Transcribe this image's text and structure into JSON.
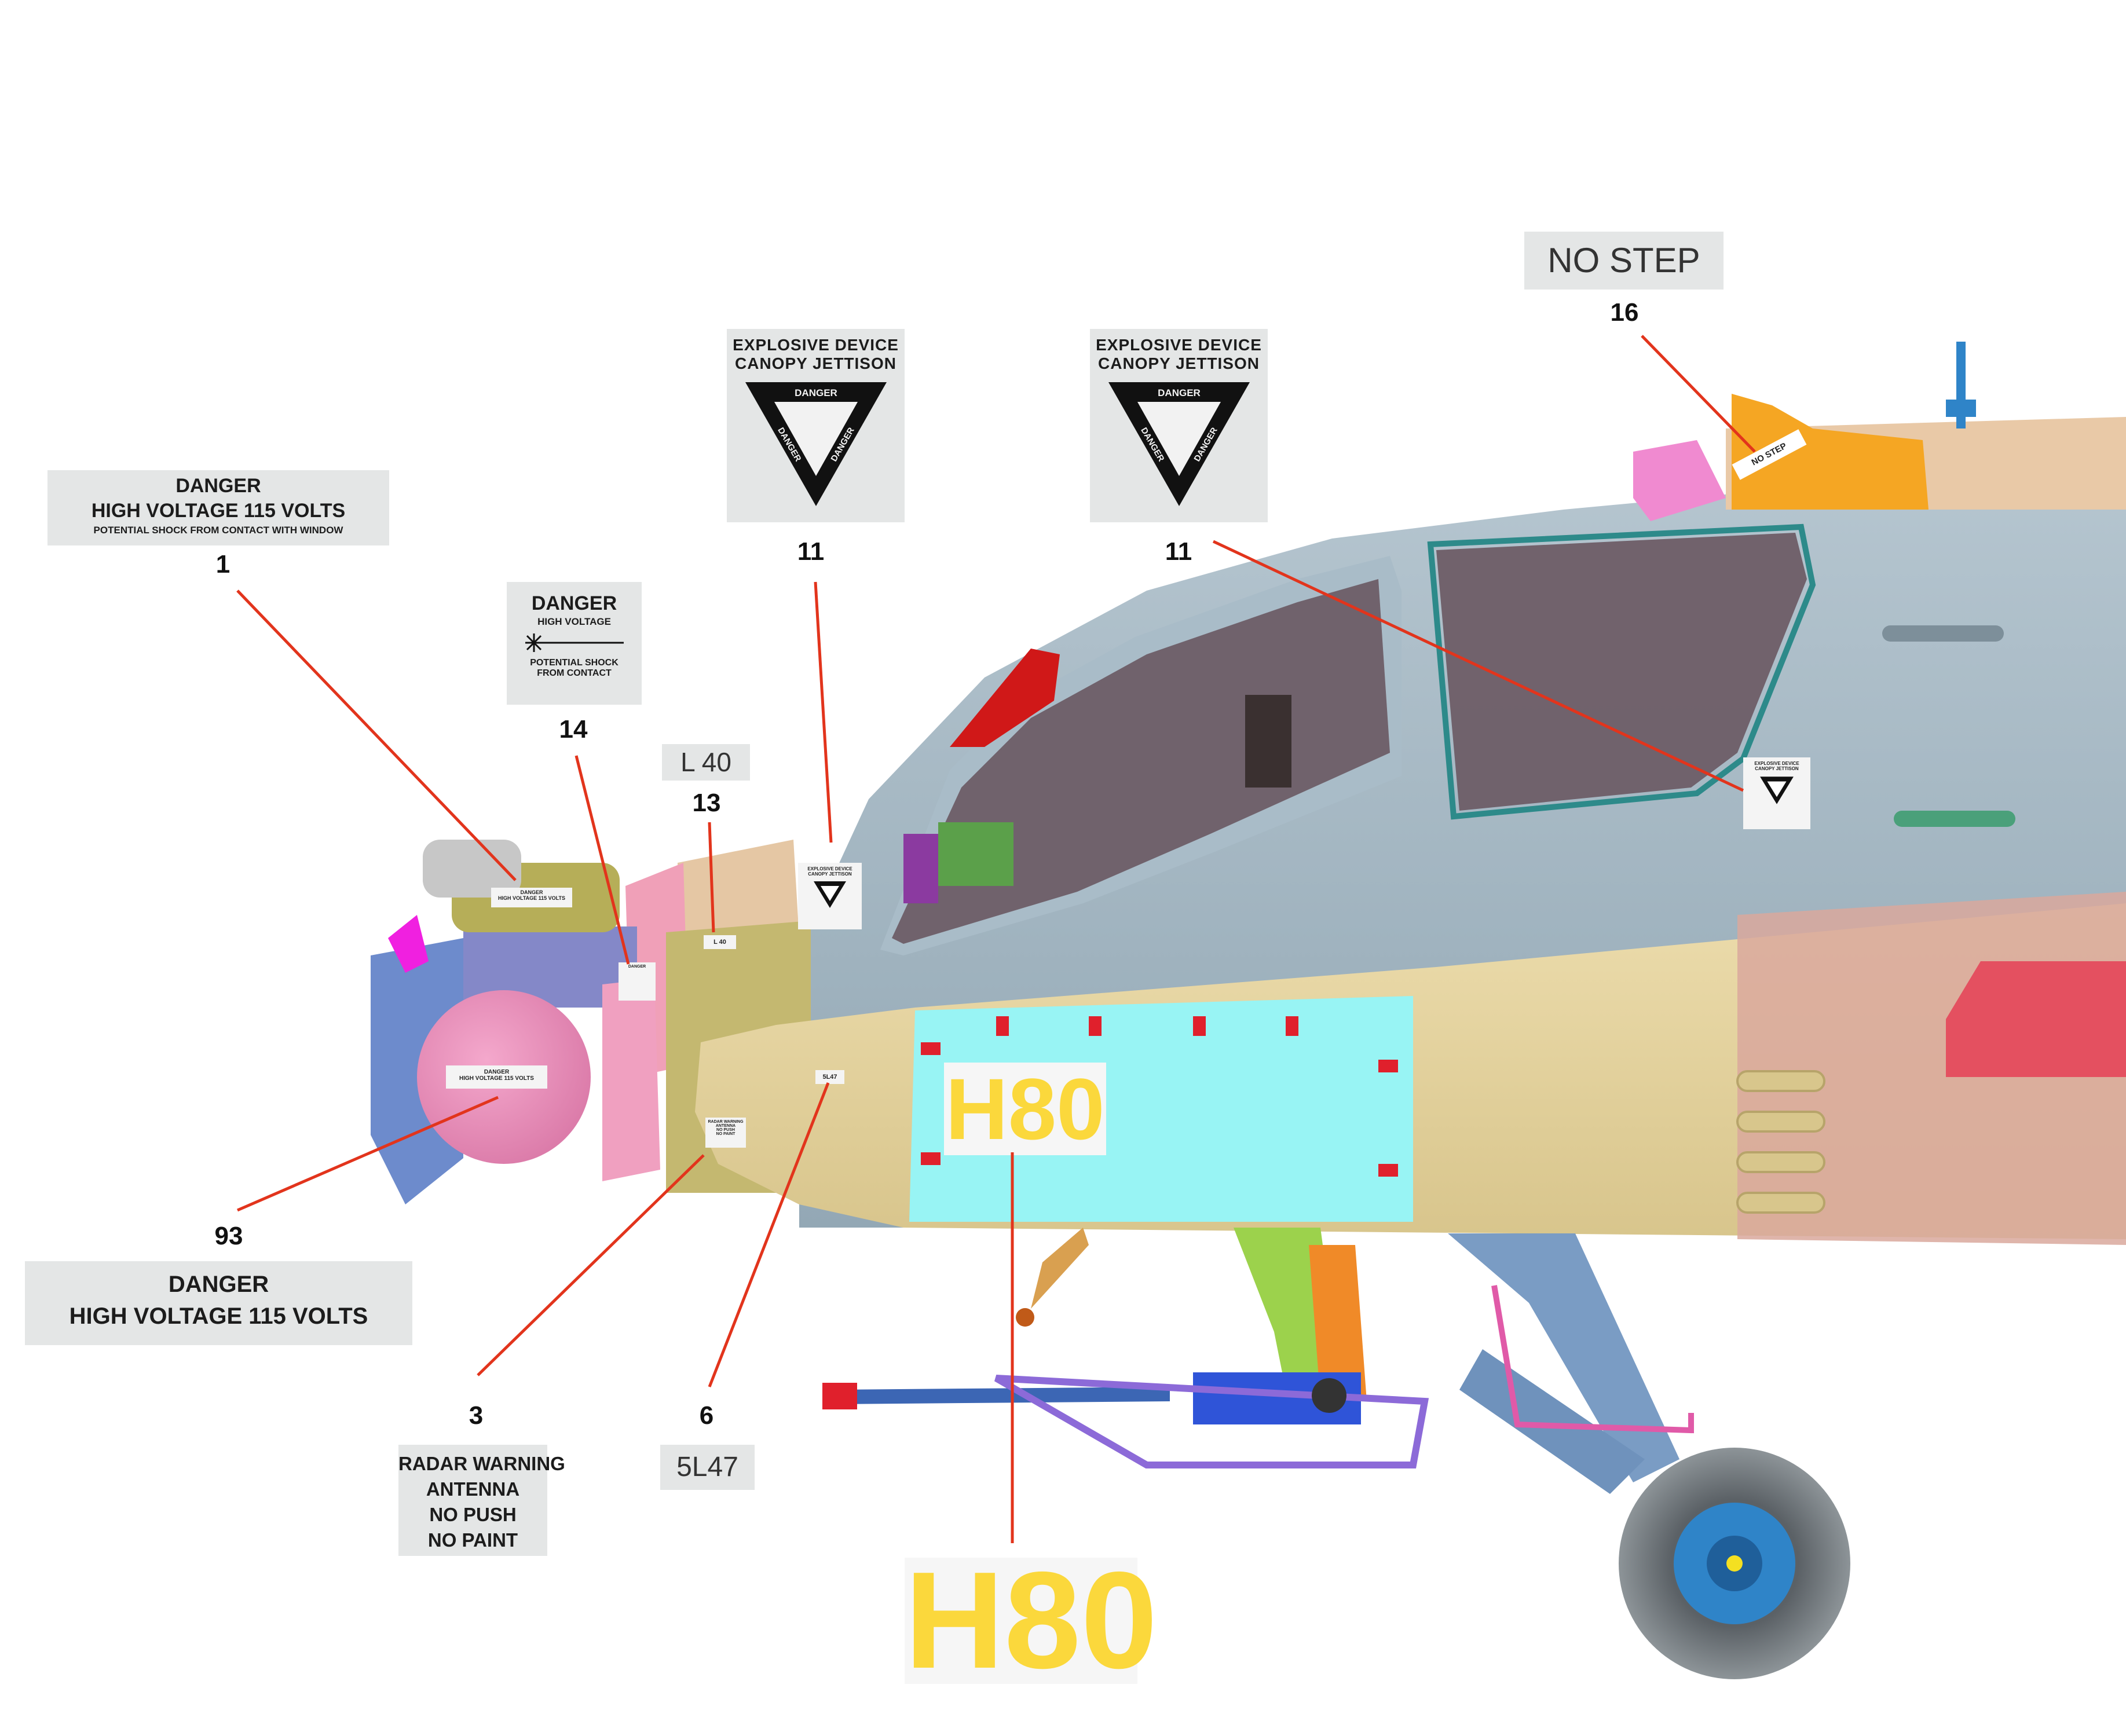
{
  "colors": {
    "leader_line": "#e2341c",
    "decal_bg": "#e4e6e6",
    "h80_yellow": "#fbd83c",
    "fuselage_blue_grey": "#9db0bc",
    "sponson_tan": "#e3d199",
    "panel_cyan": "#98f4f4",
    "canopy_glass": "#6b5a64",
    "pink_pod": "#e889b4",
    "gear_blue": "#7a9cc4",
    "wheel_hub": "#2f84c8"
  },
  "callouts": {
    "c1": "1",
    "c14": "14",
    "c13": "13",
    "c11a": "11",
    "c11b": "11",
    "c16": "16",
    "c93": "93",
    "c3": "3",
    "c6": "6"
  },
  "decals": {
    "d1": {
      "line1": "DANGER",
      "line2": "HIGH  VOLTAGE  115  VOLTS",
      "line3": "POTENTIAL SHOCK FROM CONTACT WITH WINDOW"
    },
    "d14": {
      "line1": "DANGER",
      "line2": "HIGH VOLTAGE",
      "line3": "POTENTIAL SHOCK",
      "line4": "FROM CONTACT"
    },
    "d13": {
      "text": "L 40"
    },
    "d11": {
      "line1": "EXPLOSIVE DEVICE",
      "line2": "CANOPY JETTISON",
      "tri_top": "DANGER",
      "tri_left": "DANGER",
      "tri_right": "DANGER"
    },
    "d16": {
      "text": "NO STEP"
    },
    "d93": {
      "line1": "DANGER",
      "line2": "HIGH  VOLTAGE  115  VOLTS"
    },
    "d3": {
      "line1": "RADAR WARNING",
      "line2": "ANTENNA",
      "line3": "NO PUSH",
      "line4": "NO PAINT"
    },
    "d6": {
      "text": "5L47"
    },
    "h80": {
      "text": "H80"
    }
  },
  "on_model": {
    "nose_stencil_1": {
      "line1": "DANGER",
      "line2": "HIGH VOLTAGE 115 VOLTS"
    },
    "pod_stencil_93": {
      "line1": "DANGER",
      "line2": "HIGH VOLTAGE 115 VOLTS"
    },
    "l40_small": "L 40",
    "s5l47_small": "5L47",
    "radar_small": {
      "line1": "RADAR WARNING",
      "line2": "ANTENNA",
      "line3": "NO PUSH",
      "line4": "NO PAINT"
    },
    "canopy_small": {
      "line1": "EXPLOSIVE DEVICE",
      "line2": "CANOPY JETTISON"
    },
    "canopy_small_2": {
      "line1": "EXPLOSIVE DEVICE",
      "line2": "CANOPY JETTISON"
    },
    "no_step_small": "NO STEP",
    "h80_panel": "H80"
  }
}
